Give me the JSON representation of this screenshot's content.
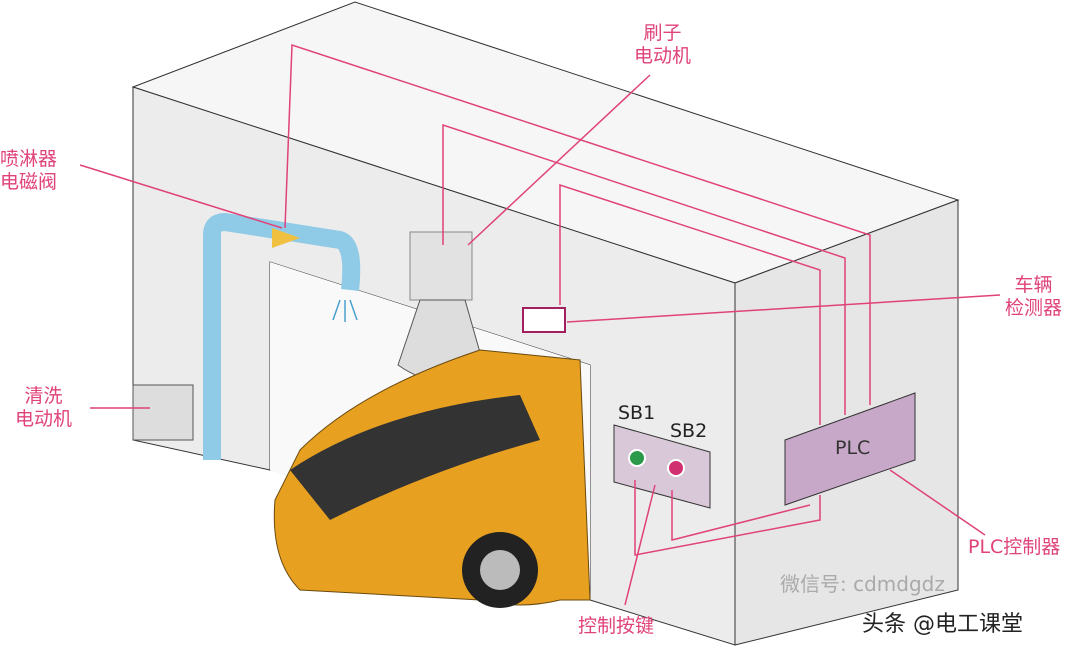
{
  "labels": {
    "brush_motor": [
      "刷子",
      "电动机"
    ],
    "spray_valve": [
      "喷淋器",
      "电磁阀"
    ],
    "vehicle_detector": [
      "车辆",
      "检测器"
    ],
    "wash_motor": [
      "清洗",
      "电动机"
    ],
    "sb1": "SB1",
    "sb2": "SB2",
    "plc": "PLC",
    "control_buttons": "控制按键",
    "plc_controller": "PLC控制器"
  },
  "watermark": {
    "wechat": "微信号: cdmdgdz",
    "toutiao": "头条 @电工课堂"
  },
  "colors": {
    "wire": "#e0427a",
    "box_front": "#eeeeee",
    "box_top": "#f7f7f7",
    "box_side": "#e4e4e4",
    "car": "#e8a020"
  }
}
